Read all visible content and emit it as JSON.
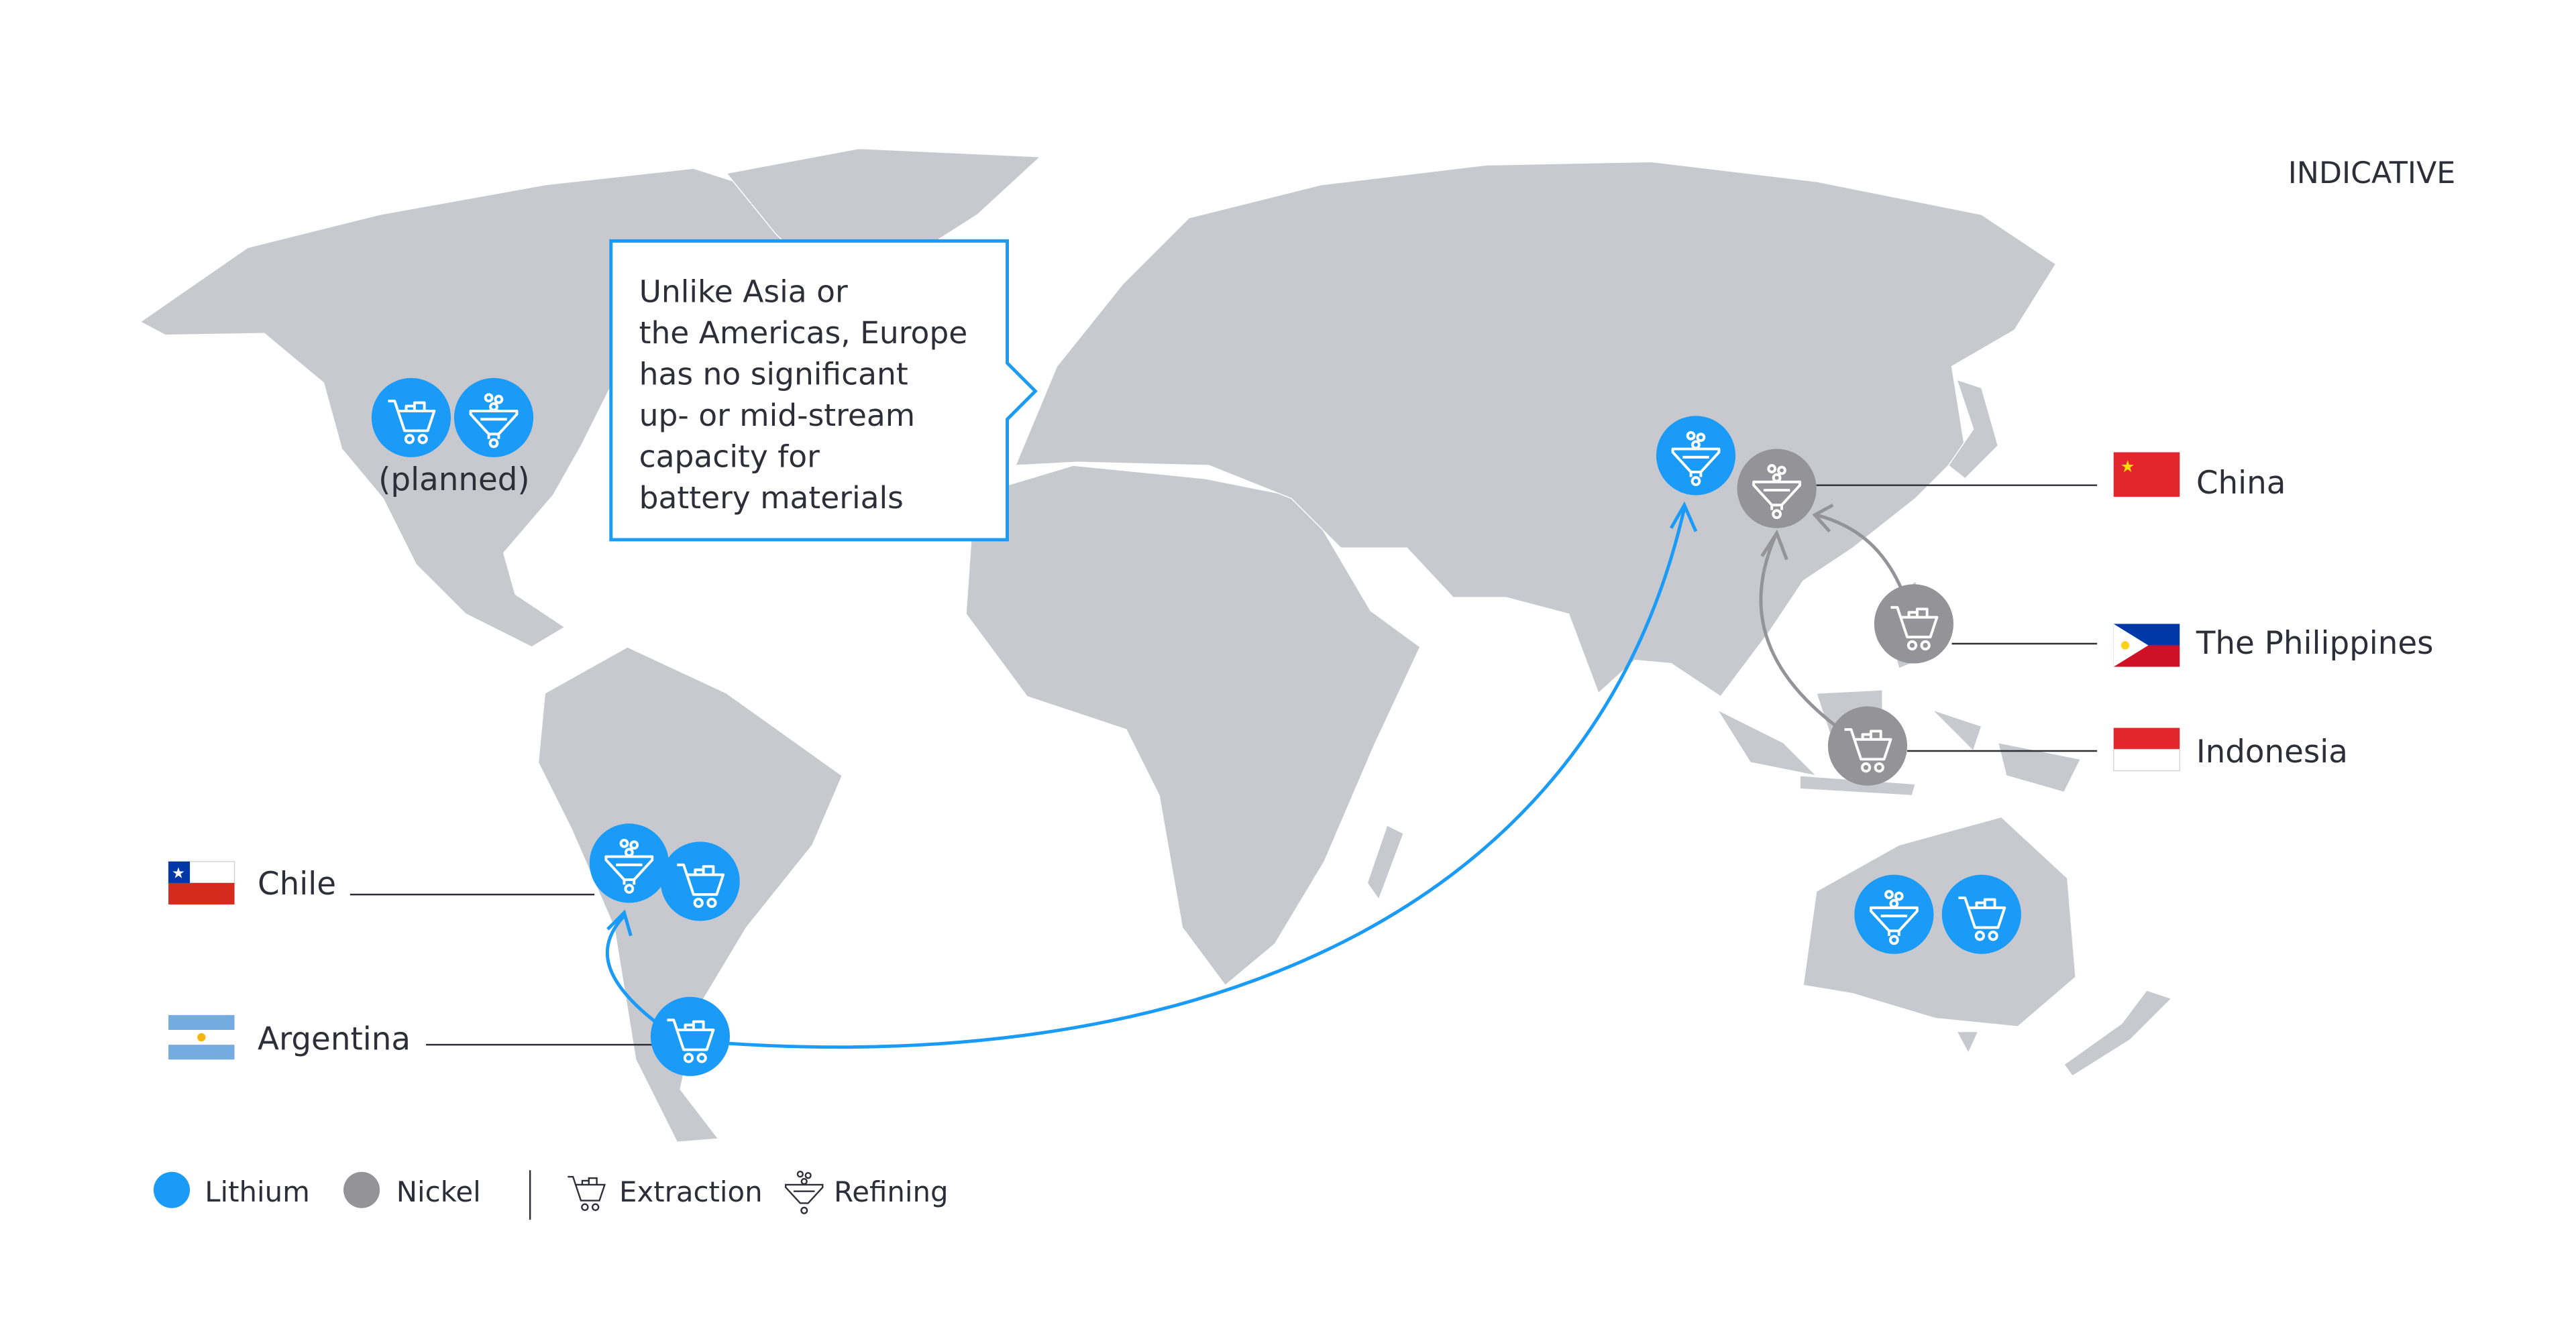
{
  "header": {
    "indicative_label": "INDICATIVE"
  },
  "callout": {
    "lines": [
      "Unlike Asia or",
      "the Americas, Europe",
      "has no significant",
      "up- or mid-stream",
      "capacity for",
      "battery materials"
    ]
  },
  "usa": {
    "planned_label": "(planned)"
  },
  "countries": {
    "china": "China",
    "philippines": "The Philippines",
    "indonesia": "Indonesia",
    "chile": "Chile",
    "argentina": "Argentina"
  },
  "legend": {
    "lithium": "Lithium",
    "nickel": "Nickel",
    "extraction": "Extraction",
    "refining": "Refining"
  },
  "colors": {
    "lithium": "#1a9bf7",
    "nickel": "#939398",
    "land": "#c8c9ce",
    "text": "#2e2e38"
  }
}
